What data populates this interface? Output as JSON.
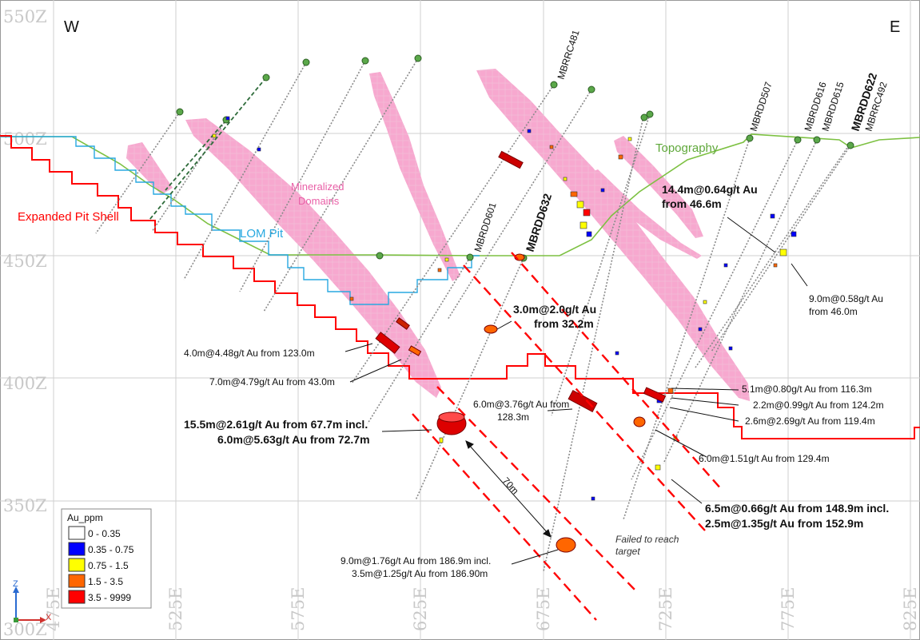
{
  "directions": {
    "west": "W",
    "east": "E"
  },
  "elevation_labels": [
    "550Z",
    "500Z",
    "450Z",
    "400Z",
    "350Z",
    "300Z"
  ],
  "easting_labels": [
    "475E",
    "525E",
    "575E",
    "625E",
    "675E",
    "725E",
    "775E",
    "825E"
  ],
  "feature_labels": {
    "topography": "Topography",
    "mineralized_line1": "Mineralized",
    "mineralized_line2": "Domains",
    "pit_shell": "Expanded Pit Shell",
    "lom_pit": "LOM Pit",
    "spacing": "70m",
    "failed_line1": "Failed to reach",
    "failed_line2": "target"
  },
  "drillholes": {
    "mbrrc481": "MBRRC481",
    "mbrdd507": "MBRDD507",
    "mbrdd616": "MBRDD616",
    "mbrdd615": "MBRDD615",
    "mbrdd622": "MBRDD622",
    "mbrrc492": "MBRRC492",
    "mbrdd601": "MBRDD601",
    "mbrdd632": "MBRDD632"
  },
  "intercepts": {
    "i1_line1": "14.4m@0.64g/t Au",
    "i1_line2": "from 46.6m",
    "i2_line1": "9.0m@0.58g/t Au",
    "i2_line2": "from 46.0m",
    "i3_line1": "3.0m@2.0g/t Au",
    "i3_line2": "from 32.2m",
    "i4": "4.0m@4.48g/t Au from 123.0m",
    "i5": "7.0m@4.79g/t Au from 43.0m",
    "i6_line1": "15.5m@2.61g/t Au from 67.7m incl.",
    "i6_line2": "6.0m@5.63g/t Au from 72.7m",
    "i7_line1": "6.0m@3.76g/t Au from",
    "i7_line2": "128.3m",
    "i8": "5.1m@0.80g/t Au from 116.3m",
    "i9": "2.2m@0.99g/t Au from 124.2m",
    "i10": "2.6m@2.69g/t Au from 119.4m",
    "i11": "6.0m@1.51g/t Au from 129.4m",
    "i12_line1": "6.5m@0.66g/t Au from 148.9m incl.",
    "i12_line2": "2.5m@1.35g/t Au from 152.9m",
    "i13_line1": "9.0m@1.76g/t Au from 186.9m incl.",
    "i13_line2": "3.5m@1.25g/t Au from 186.90m"
  },
  "legend": {
    "title": "Au_ppm",
    "items": [
      {
        "label": "0 - 0.35",
        "color": "#ffffff"
      },
      {
        "label": "0.35 - 0.75",
        "color": "#0000ff"
      },
      {
        "label": "0.75 - 1.5",
        "color": "#ffff00"
      },
      {
        "label": "1.5 - 3.5",
        "color": "#ff6600"
      },
      {
        "label": "3.5 - 9999",
        "color": "#ff0000"
      }
    ]
  },
  "axis_indicator": {
    "z": "Z",
    "x": "X"
  },
  "colors": {
    "pit_shell": "#ff0000",
    "lom_pit": "#29a9e0",
    "topography": "#7dc142",
    "mineralized": "#f7a8cf",
    "target_lines": "#ff0000",
    "drillhole": "#888888"
  }
}
